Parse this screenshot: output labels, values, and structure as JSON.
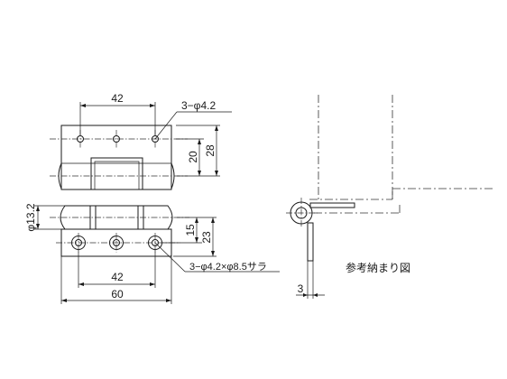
{
  "top_view": {
    "dim_hole_pitch": "42",
    "dim_inner_height": "20",
    "dim_outer_height": "28",
    "hole_callout": "3−φ4.2"
  },
  "bottom_view": {
    "dim_pin_dia": "φ13.2",
    "dim_knuckle": "15",
    "dim_total_height": "23",
    "dim_hole_pitch": "42",
    "dim_total_width": "60",
    "hole_callout": "3−φ4.2×φ8.5サラ"
  },
  "section_view": {
    "dim_thickness": "3",
    "caption": "参考納まり図"
  }
}
